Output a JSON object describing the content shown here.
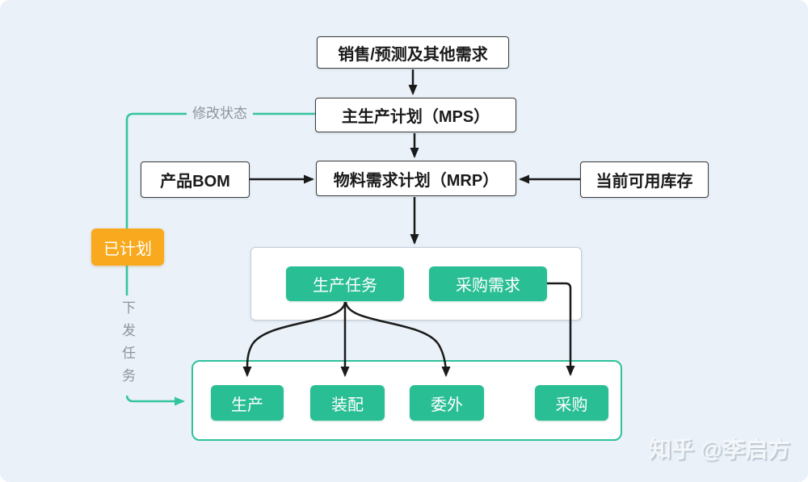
{
  "diagram": {
    "title_hint": "MRP planning flow diagram",
    "nodes": {
      "sales": {
        "label": "销售/预测及其他需求"
      },
      "mps": {
        "label": "主生产计划（MPS）"
      },
      "mrp": {
        "label": "物料需求计划（MRP）"
      },
      "bom": {
        "label": "产品BOM"
      },
      "inventory": {
        "label": "当前可用库存"
      },
      "production_task": {
        "label": "生产任务"
      },
      "purchase_demand": {
        "label": "采购需求"
      },
      "production": {
        "label": "生产"
      },
      "assembly": {
        "label": "装配"
      },
      "outsourcing": {
        "label": "委外"
      },
      "purchase": {
        "label": "采购"
      },
      "planned_status": {
        "label": "已计划"
      }
    },
    "edge_labels": {
      "modify_status": "修改状态",
      "dispatch_task": "下发任务"
    },
    "colors": {
      "background": "#EAF1F9",
      "node_green": "#29BE94",
      "teal_line": "#35C4A0",
      "orange": "#F9A91D",
      "gray_label": "#8C949C",
      "arrow_black": "#1a1a1a",
      "white_box_border": "#3a3a3a"
    },
    "watermark": "知乎 @李启方"
  }
}
